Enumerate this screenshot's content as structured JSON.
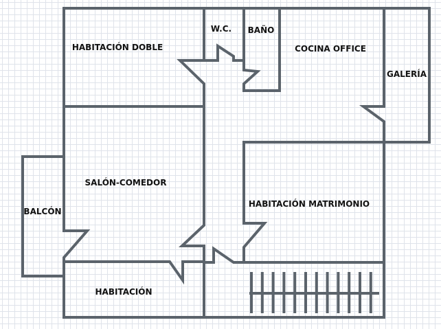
{
  "title": "Plano de vivienda",
  "wall_color": "#5b636b",
  "rooms": {
    "habitacion_doble": "HABITACIÓN DOBLE",
    "wc": "W.C.",
    "bano": "BAÑO",
    "cocina": "COCINA OFFICE",
    "galeria": "GALERÍA",
    "salon": "SALÓN-COMEDOR",
    "matrimonio": "HABITACIÓN MATRIMONIO",
    "balcon": "BALCÓN",
    "habitacion": "HABITACIÓN"
  }
}
